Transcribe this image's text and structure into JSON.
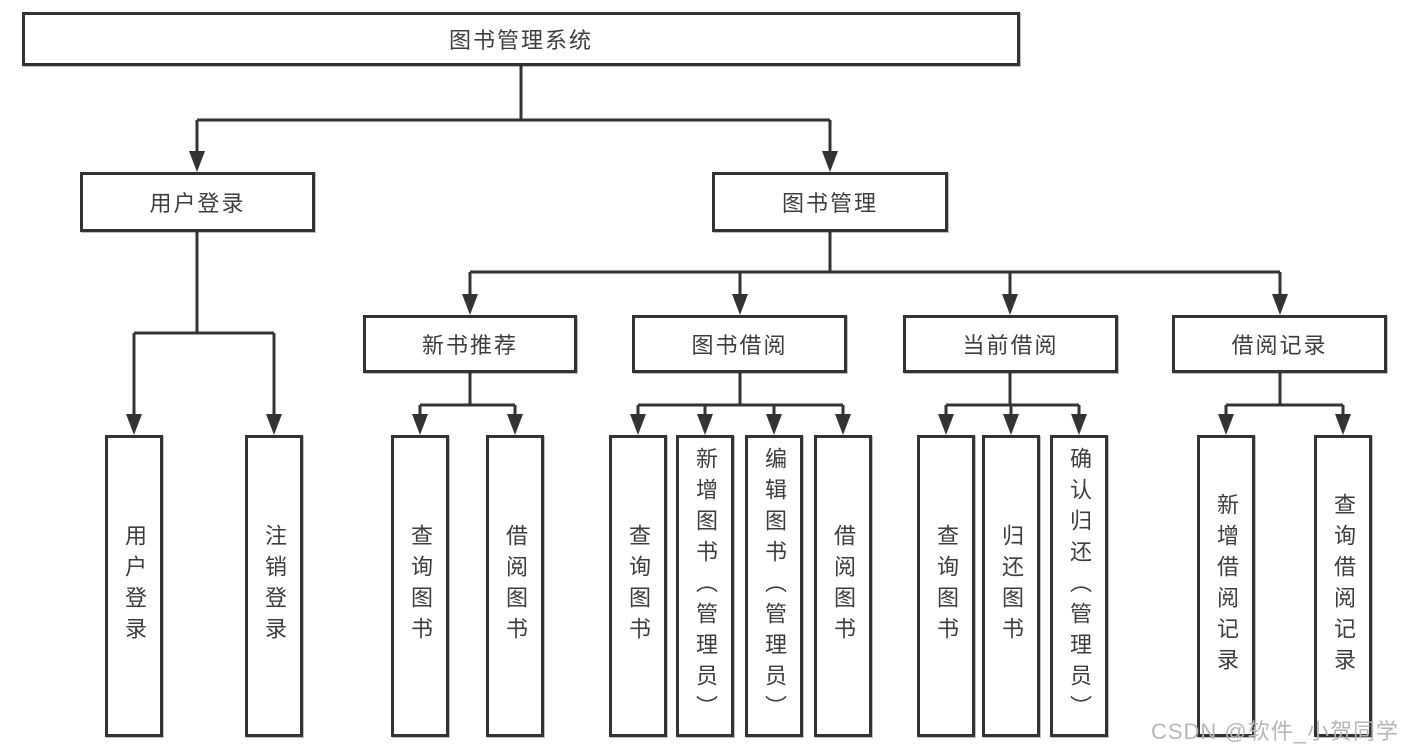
{
  "tree": {
    "root": {
      "label": "图书管理系统"
    },
    "branches": [
      {
        "label": "用户登录",
        "children": [
          {
            "label": "用户登录"
          },
          {
            "label": "注销登录"
          }
        ]
      },
      {
        "label": "图书管理",
        "children": [
          {
            "label": "新书推荐",
            "children": [
              {
                "label": "查询图书"
              },
              {
                "label": "借阅图书"
              }
            ]
          },
          {
            "label": "图书借阅",
            "children": [
              {
                "label": "查询图书"
              },
              {
                "label": "新增图书（管理员）"
              },
              {
                "label": "编辑图书（管理员）"
              },
              {
                "label": "借阅图书"
              }
            ]
          },
          {
            "label": "当前借阅",
            "children": [
              {
                "label": "查询图书"
              },
              {
                "label": "归还图书"
              },
              {
                "label": "确认归还（管理员）"
              }
            ]
          },
          {
            "label": "借阅记录",
            "children": [
              {
                "label": "新增借阅记录"
              },
              {
                "label": "查询借阅记录"
              }
            ]
          }
        ]
      }
    ]
  },
  "watermark": {
    "text": "CSDN @软件_小贺同学"
  },
  "colors": {
    "line": "#333333",
    "box_border": "#333333",
    "box_background": "#ffffff",
    "text": "#3d3d3d",
    "watermark": "#b6b6b6",
    "page_background": "#ffffff"
  }
}
